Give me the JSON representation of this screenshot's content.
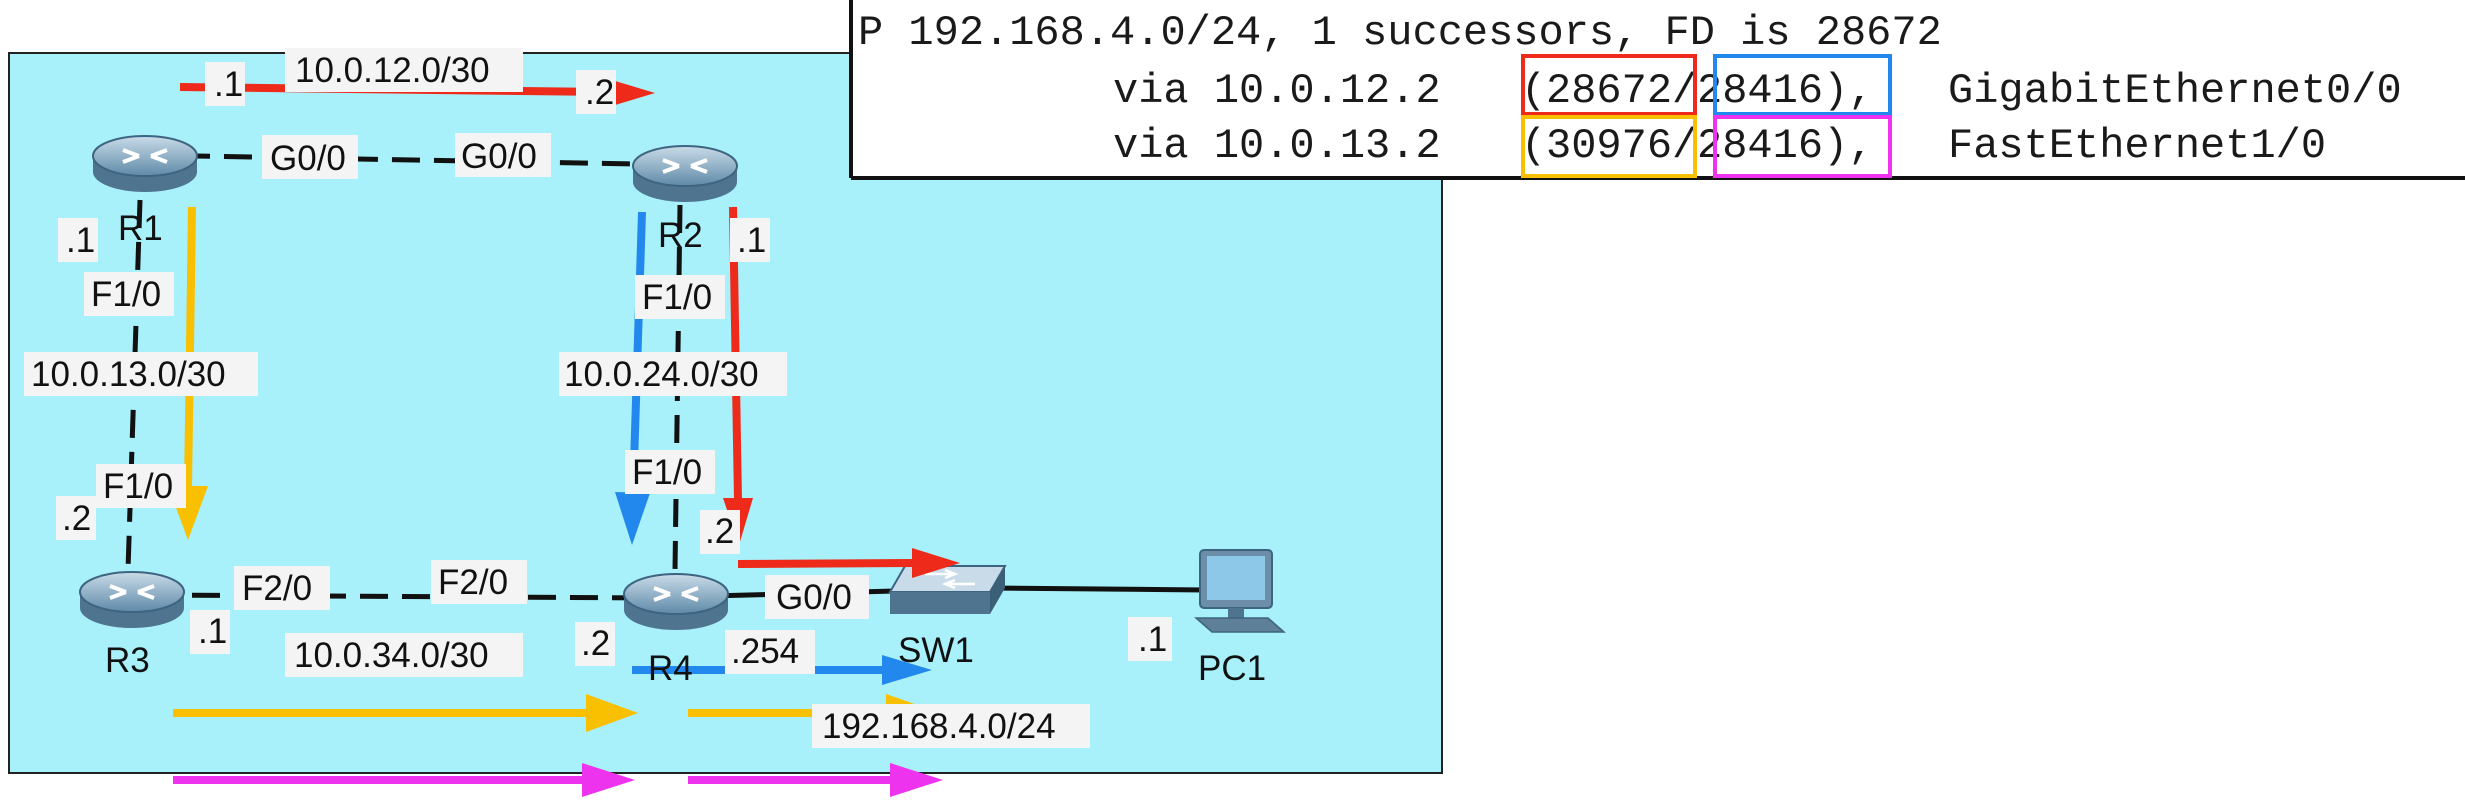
{
  "routers": {
    "r1": "R1",
    "r2": "R2",
    "r3": "R3",
    "r4": "R4"
  },
  "devices": {
    "switch": "SW1",
    "pc": "PC1"
  },
  "subnets": {
    "r1_r2": "10.0.12.0/30",
    "r1_r3": "10.0.13.0/30",
    "r2_r4": "10.0.24.0/30",
    "r3_r4": "10.0.34.0/30",
    "lan": "192.168.4.0/24"
  },
  "interfaces": {
    "r1_g00": "G0/0",
    "r2_g00": "G0/0",
    "r1_f10": "F1/0",
    "r3_f10": "F1/0",
    "r2_f10": "F1/0",
    "r4_f10": "F1/0",
    "r3_f20": "F2/0",
    "r4_f20": "F2/0",
    "r4_g00": "G0/0"
  },
  "host_ids": {
    "r1_to_r2": ".1",
    "r2_to_r1": ".2",
    "r1_to_r3": ".1",
    "r3_to_r1": ".2",
    "r2_to_r4": ".1",
    "r4_to_r2": ".2",
    "r3_to_r4": ".1",
    "r4_to_r3": ".2",
    "r4_lan": ".254",
    "pc_lan": ".1"
  },
  "route_output": {
    "line1": "P 192.168.4.0/24, 1 successors, FD is 28672",
    "via1": "via 10.0.12.2",
    "fd1": "28672",
    "ad1": "28416",
    "iface1": "GigabitEthernet0/0",
    "via2": "via 10.0.13.2",
    "fd2": "30976",
    "ad2": "28416",
    "iface2": "FastEthernet1/0"
  },
  "colors": {
    "diagram_background": "#a8f0fa",
    "path_via_r2": "#ee2a1a",
    "ad_via_r2": "#2288ee",
    "path_via_r3": "#f8c000",
    "ad_via_r3": "#ee33ee"
  }
}
